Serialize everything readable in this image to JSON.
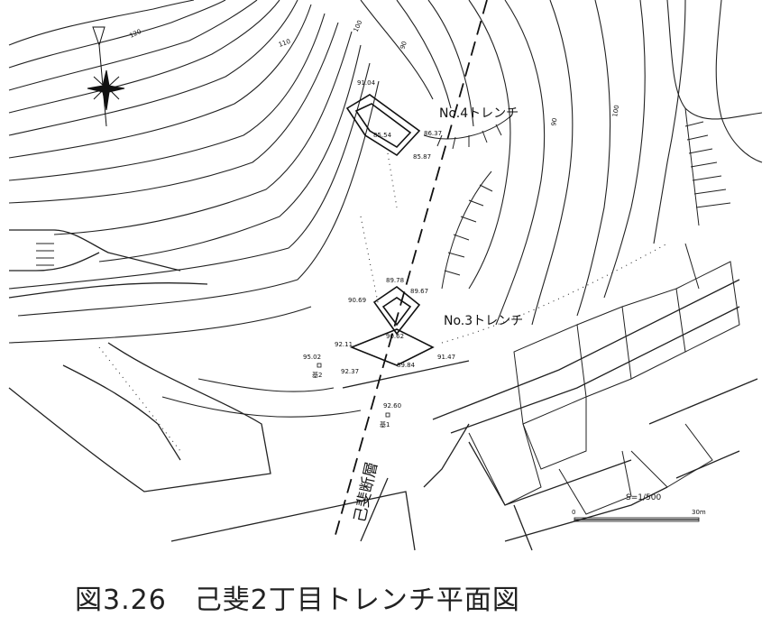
{
  "map": {
    "contours": [
      {
        "label": "120"
      },
      {
        "label": "110"
      },
      {
        "label": "100"
      },
      {
        "label": "90"
      },
      {
        "label": "90"
      },
      {
        "label": "100"
      }
    ],
    "trenches": [
      {
        "name": "No.4トレンチ"
      },
      {
        "name": "No.3トレンチ"
      }
    ],
    "elevations": [
      {
        "value": "91.04"
      },
      {
        "value": "85.54"
      },
      {
        "value": "86.37"
      },
      {
        "value": "85.87"
      },
      {
        "value": "89.78"
      },
      {
        "value": "89.67"
      },
      {
        "value": "90.69"
      },
      {
        "value": "90.62"
      },
      {
        "value": "92.11"
      },
      {
        "value": "91.47"
      },
      {
        "value": "89.84"
      },
      {
        "value": "92.37"
      },
      {
        "value": "95.02"
      },
      {
        "value": "92.60"
      }
    ],
    "points": [
      {
        "label": "基2"
      },
      {
        "label": "基1"
      }
    ],
    "fault_label": "己斐断層",
    "scale": {
      "text": "S=1/500",
      "start": "0",
      "end": "30m"
    },
    "north_symbol": "north-arrow-icon"
  },
  "caption": "図3.26　己斐2丁目トレンチ平面図"
}
